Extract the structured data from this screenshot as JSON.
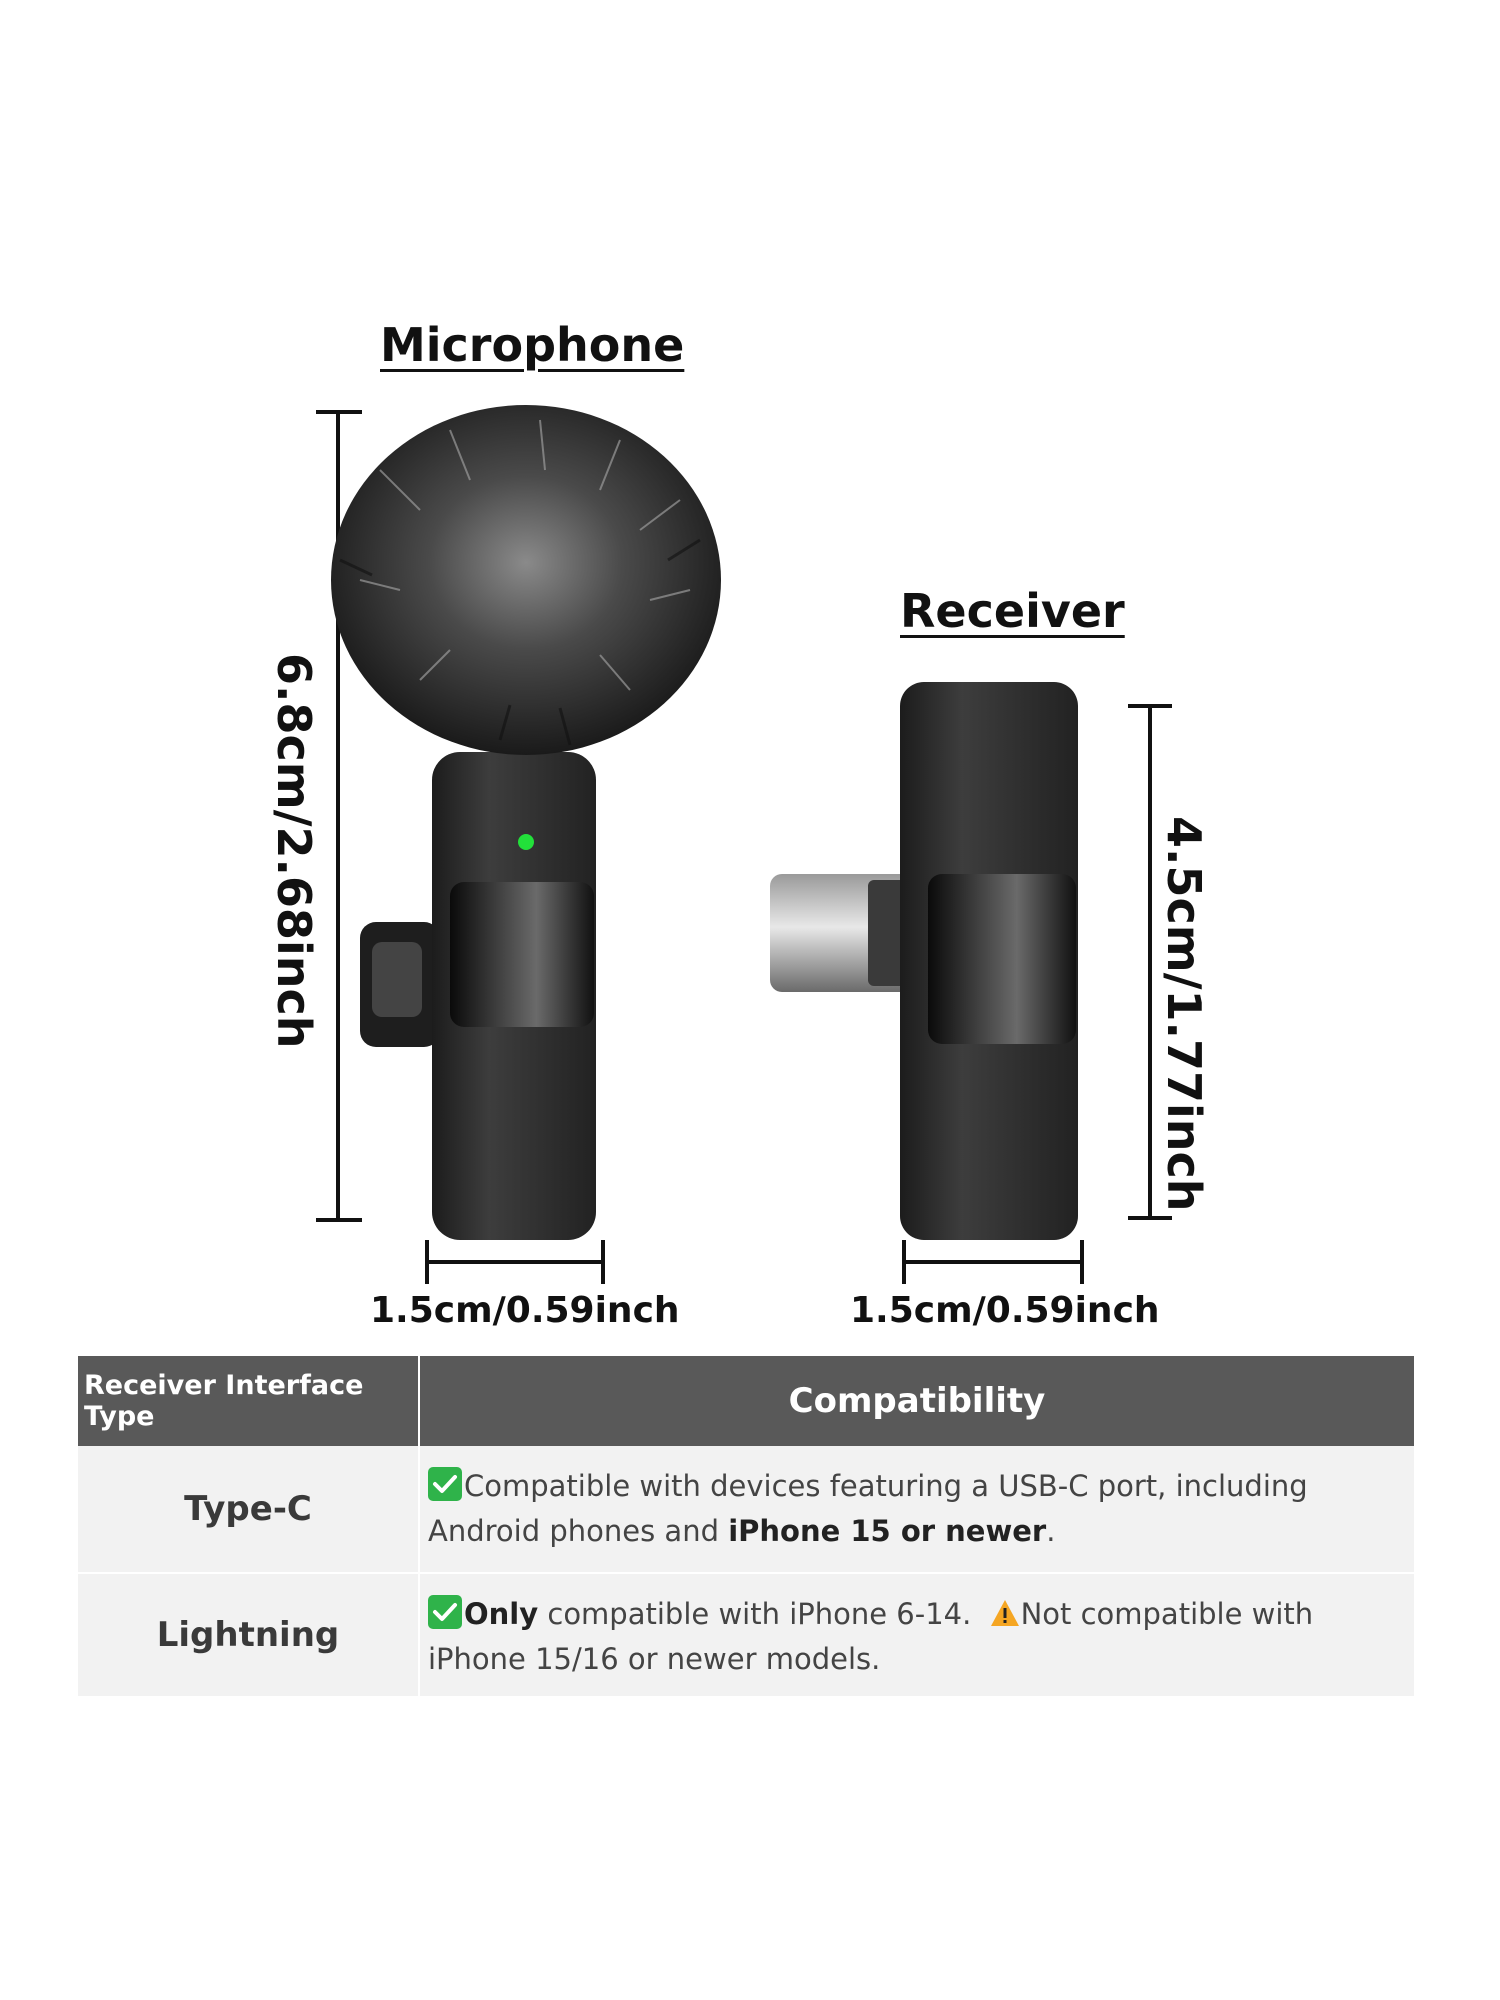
{
  "microphone": {
    "title": "Microphone",
    "height_label": "6.8cm/2.68inch",
    "width_label": "1.5cm/0.59inch"
  },
  "receiver": {
    "title": "Receiver",
    "height_label": "4.5cm/1.77inch",
    "width_label": "1.5cm/0.59inch"
  },
  "table": {
    "headers": [
      "Receiver Interface Type",
      "Compatibility"
    ],
    "rows": [
      {
        "type": "Type-C",
        "text_1": "Compatible with devices featuring a USB-C port, including Android phones and ",
        "bold_1": "iPhone 15 or newer",
        "text_2": "."
      },
      {
        "type": "Lightning",
        "bold_1": "Only",
        "text_1": " compatible with iPhone 6-14. ",
        "text_2": "Not compatible with iPhone 15/16 or newer models."
      }
    ]
  },
  "colors": {
    "header_bg": "#595959",
    "row_bg": "#f2f2f2",
    "check_green": "#2fb34a",
    "warning_orange": "#f5a623",
    "led_green": "#22e03a"
  }
}
